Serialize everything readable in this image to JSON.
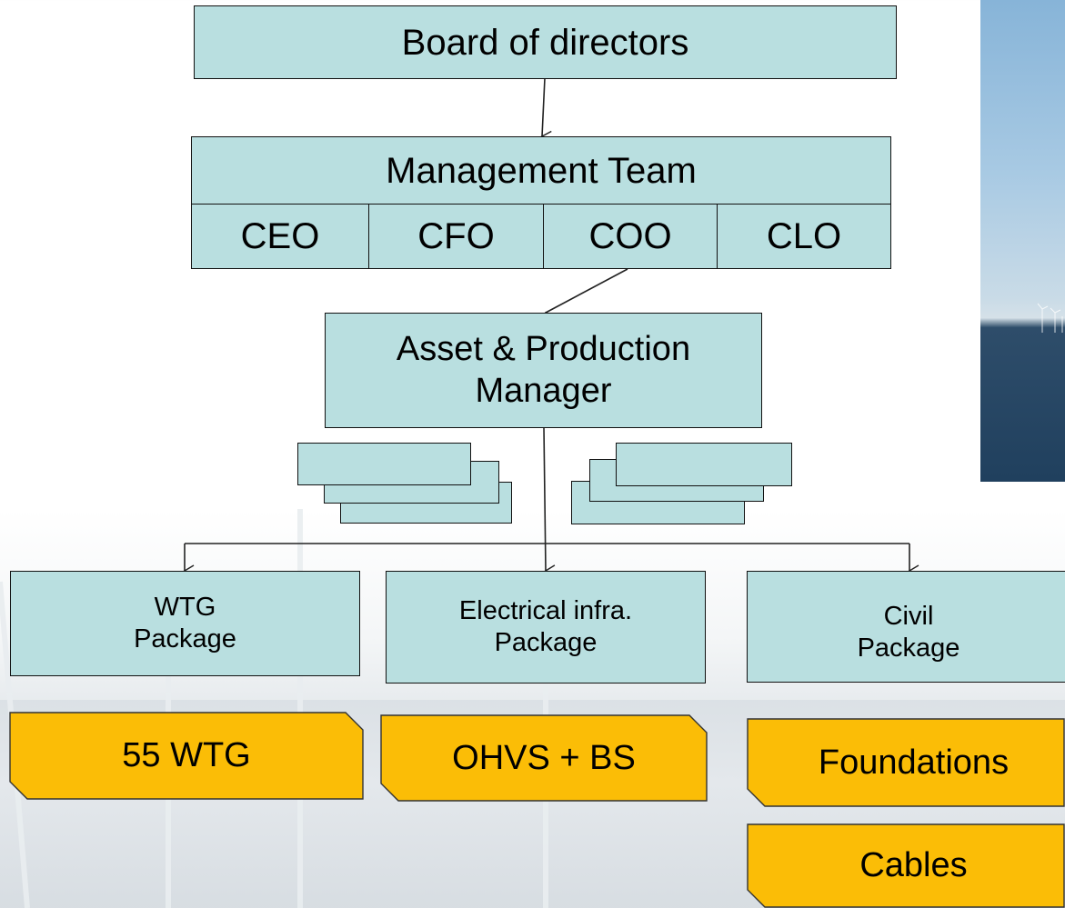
{
  "org_chart": {
    "board": "Board of directors",
    "management_team": "Management Team",
    "roles": [
      "CEO",
      "CFO",
      "COO",
      "CLO"
    ],
    "asset_manager_line1": "Asset & Production",
    "asset_manager_line2": "Manager",
    "packages": [
      {
        "line1": "WTG",
        "line2": "Package"
      },
      {
        "line1": "Electrical infra.",
        "line2": "Package"
      },
      {
        "line1": "Civil",
        "line2": "Package"
      }
    ],
    "deliverables": [
      "55 WTG",
      "OHVS + BS",
      "Foundations",
      "Cables"
    ]
  },
  "colors": {
    "box_fill": "#b9dfe0",
    "deliverable_fill": "#fbbd06",
    "outline": "#111111"
  }
}
